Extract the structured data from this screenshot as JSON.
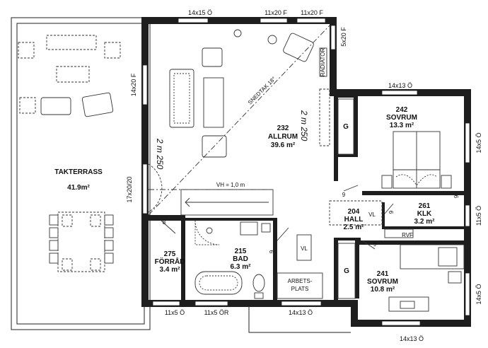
{
  "rooms": {
    "allrum": {
      "number": "232",
      "name": "ALLRUM",
      "area": "39.6 m²"
    },
    "sovrum242": {
      "number": "242",
      "name": "SOVRUM",
      "area": "13.3 m²"
    },
    "klk": {
      "number": "261",
      "name": "KLK",
      "area": "3.2 m²"
    },
    "hall": {
      "number": "204",
      "name": "HALL",
      "area": "2.5 m²"
    },
    "sovrum241": {
      "number": "241",
      "name": "SOVRUM",
      "area": "10.8 m²"
    },
    "bad": {
      "number": "215",
      "name": "BAD",
      "area": "6.3 m²"
    },
    "forrad": {
      "number": "275",
      "name": "FÖRRÅD",
      "area": "3.4 m²"
    },
    "takterrass": {
      "name": "TAKTERRASS",
      "area": "41.9m²"
    }
  },
  "windows": {
    "top1": "14x15 Ö",
    "top2": "11x20 F",
    "top3": "11x20 F",
    "top_right": "5x20 F",
    "left_allrum": "14x20 F",
    "left_terrace_door": "17x20/20",
    "bed242_top": "14x13 Ö",
    "bed242_right": "14x5 Ö",
    "klk_right": "11x5 Ö",
    "bed241_right": "14x5 Ö",
    "bed241_bottom": "14x13 Ö",
    "bottom1": "11x5 Ö",
    "bottom2": "11x5 ÖR",
    "bottom3": "14x13 Ö"
  },
  "annotations": {
    "sloped_roof": "SNEDTAK 18°",
    "ceiling_height": "VH = 1,0 m",
    "radiator": "RADIATOR",
    "workspace_line1": "ARBETS-",
    "workspace_line2": "PLATS",
    "vl_bath": "VL",
    "vl_hall": "VL",
    "rvf": "RVF",
    "wardrobe1": "G",
    "wardrobe2": "G",
    "door9_a": "9",
    "door9_b": "9",
    "door9_c": "9",
    "door9_d": "9",
    "door9_e": "9",
    "door8": "8"
  },
  "handwriting": {
    "left": "2 m 250",
    "right": "2 m 250"
  }
}
